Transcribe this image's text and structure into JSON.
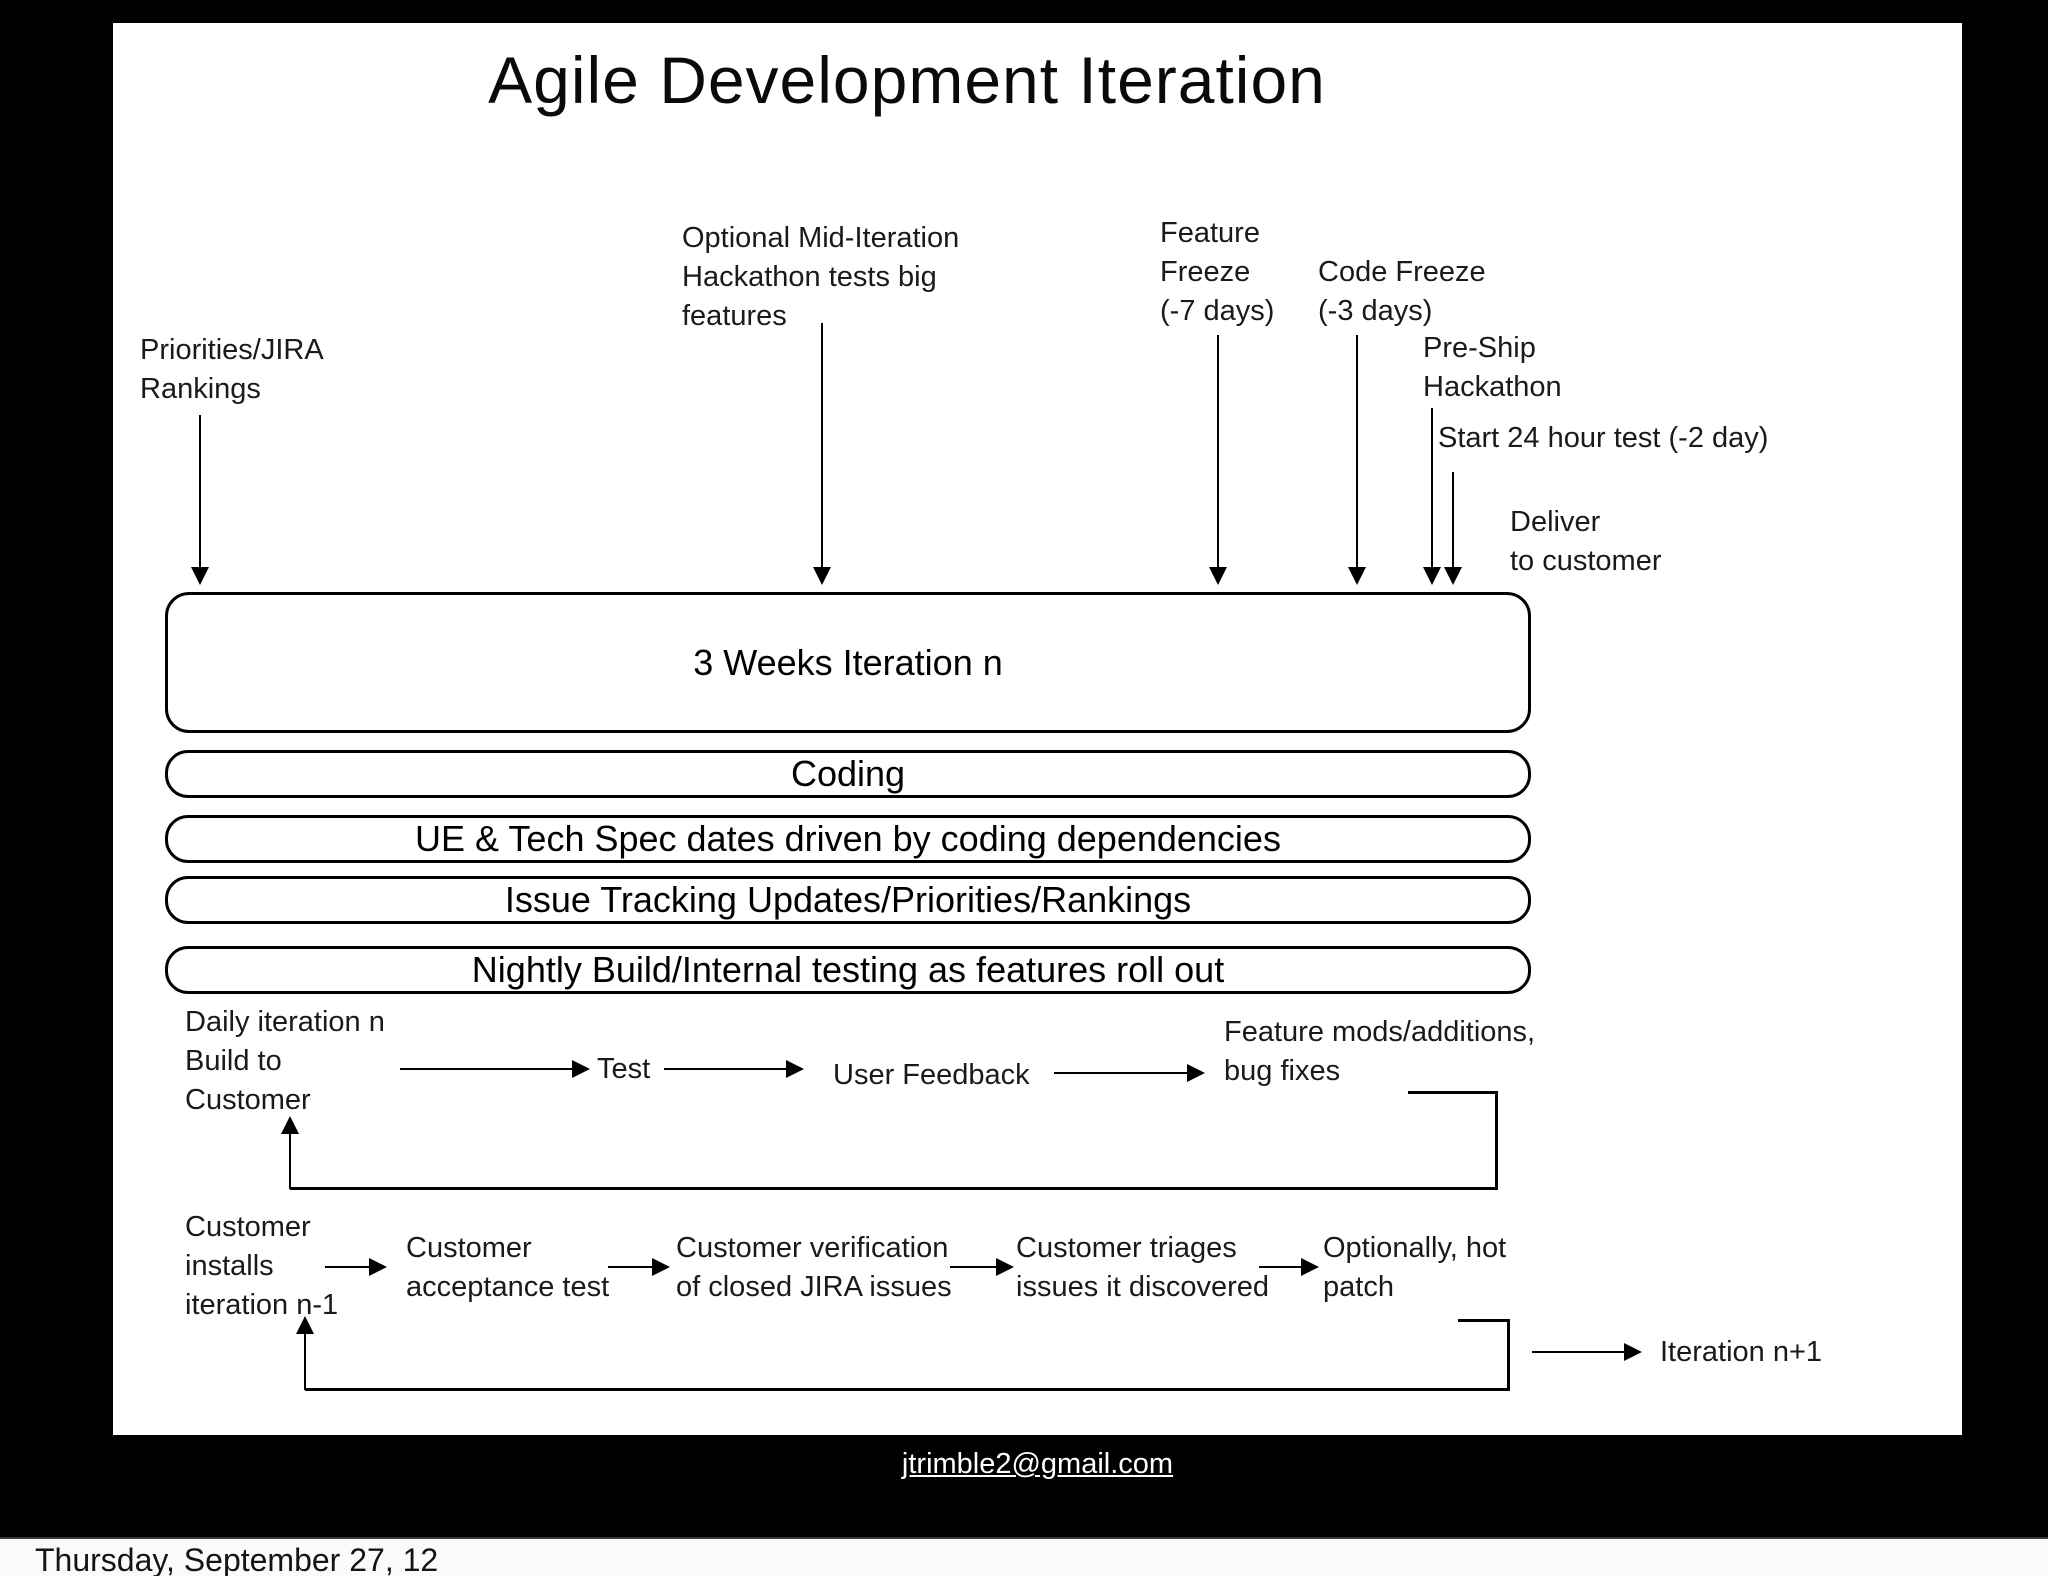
{
  "slide": {
    "title": "Agile Development Iteration",
    "annotations": {
      "priorities": "Priorities/JIRA\nRankings",
      "hackathon": "Optional Mid-Iteration\nHackathon tests big\nfeatures",
      "feature_freeze": "Feature\nFreeze\n(-7 days)",
      "code_freeze": "Code Freeze\n(-3 days)",
      "preship": "Pre-Ship\nHackathon",
      "start_test": "Start 24 hour test (-2 day)",
      "deliver": "Deliver\nto customer"
    },
    "iteration_box": "3 Weeks Iteration n",
    "bars": [
      "Coding",
      "UE & Tech Spec dates driven by coding dependencies",
      "Issue Tracking Updates/Priorities/Rankings",
      "Nightly Build/Internal testing as features roll out"
    ],
    "daily_flow": {
      "start": "Daily iteration n\nBuild to\nCustomer",
      "test": "Test",
      "user_feedback": "User Feedback",
      "feature_mods": "Feature mods/additions,\nbug fixes"
    },
    "customer_flow": {
      "installs": "Customer\ninstalls\niteration n-1",
      "acceptance": "Customer\nacceptance test",
      "verification": "Customer verification\nof closed JIRA issues",
      "triages": "Customer triages\nissues it discovered",
      "hot_patch": "Optionally, hot\npatch",
      "next_iteration": "Iteration n+1"
    }
  },
  "footer": {
    "email": "jtrimble2@gmail.com",
    "date": "Thursday, September 27, 12"
  },
  "colors": {
    "background": "#000000",
    "slide": "#ffffff",
    "ink": "#000000"
  }
}
